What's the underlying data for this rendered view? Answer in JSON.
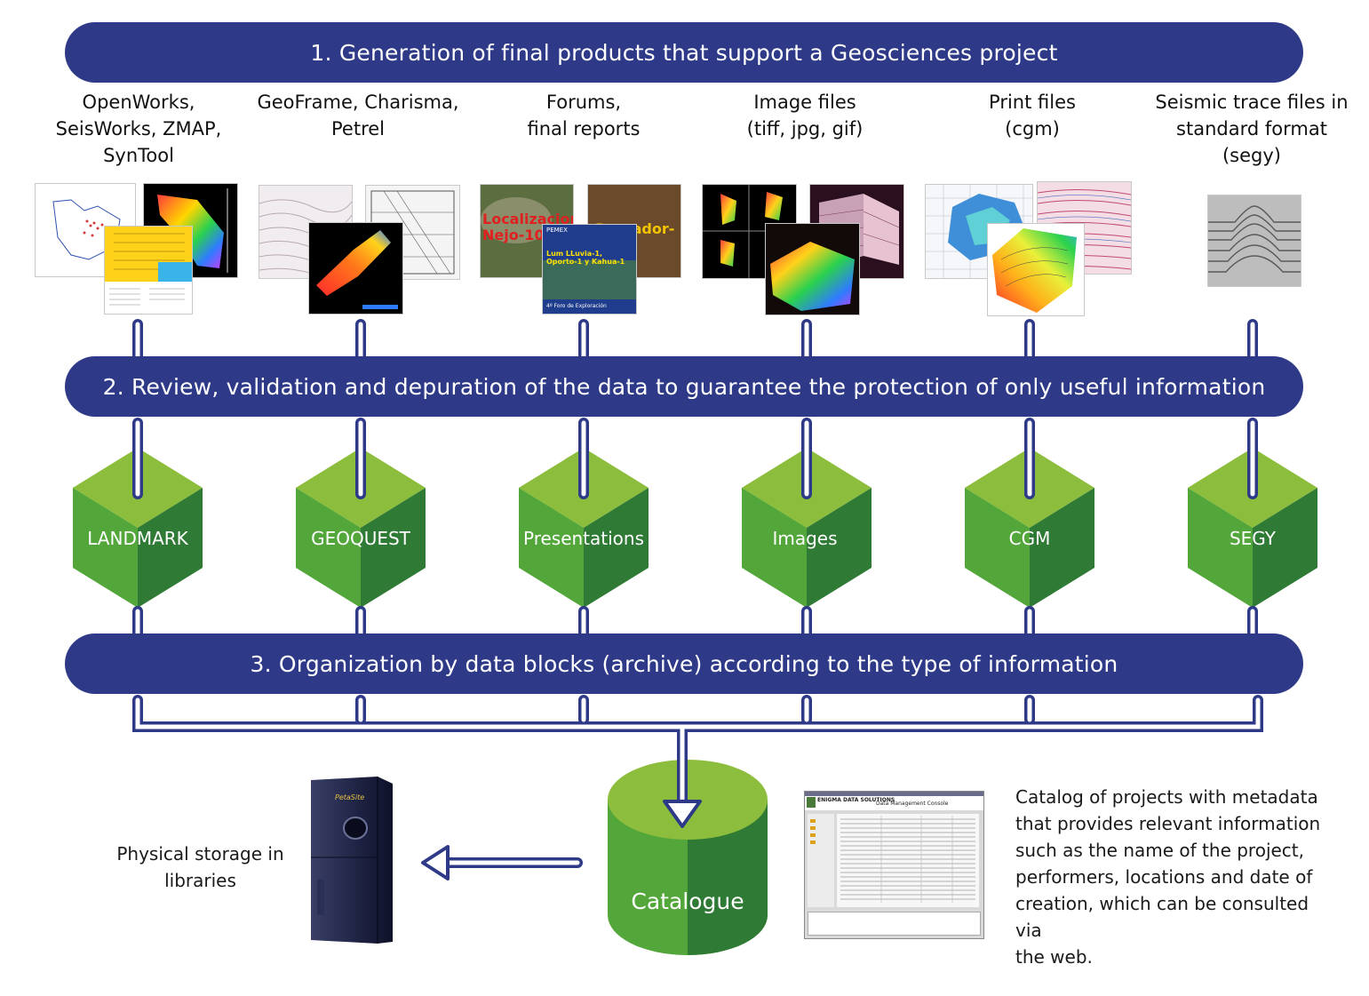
{
  "banners": {
    "b1": "1. Generation of final products that support a Geosciences project",
    "b2": "2. Review, validation and depuration of the data to guarantee the protection of only useful information",
    "b3": "3. Organization by data blocks (archive) according to the type of information"
  },
  "columns": [
    {
      "label": [
        "OpenWorks,",
        "SeisWorks, ZMAP,",
        "SynTool"
      ],
      "block": "LANDMARK"
    },
    {
      "label": [
        "GeoFrame, Charisma,",
        "Petrel"
      ],
      "block": "GEOQUEST"
    },
    {
      "label": [
        "Forums,",
        "final reports"
      ],
      "block": "Presentations"
    },
    {
      "label": [
        "Image files",
        "(tiff, jpg, gif)"
      ],
      "block": "Images"
    },
    {
      "label": [
        "Print files",
        "(cgm)"
      ],
      "block": "CGM"
    },
    {
      "label": [
        "Seismic trace files in",
        "standard format",
        "(segy)"
      ],
      "block": "SEGY"
    }
  ],
  "thumb_text": {
    "forum_red": "Localizacion Nejo-10",
    "forum_brown": "Pescador-1",
    "forum_blue": "Lum LLuvia-1, Oporto-1 y Kahua-1",
    "forum_blue_logo": "PEMEX",
    "forum_blue_foot": "4º Foro de Exploración",
    "server_brand": "PetaSite",
    "console_brand": "ENIGMA DATA SOLUTIONS",
    "console_title": "Data Management Console"
  },
  "catalogue": {
    "label": "Catalogue"
  },
  "storage": {
    "text": [
      "Physical storage in",
      "libraries"
    ]
  },
  "catalog_description": [
    "Catalog of projects with metadata",
    "that provides relevant information",
    "such as the name of the project,",
    "performers, locations and date of",
    "creation, which can be consulted via",
    "the web."
  ],
  "colors": {
    "banner": "#2e3a87",
    "cube_top": "#8cbd3c",
    "cube_left": "#53a73a",
    "cube_right": "#2f7a34",
    "connector": "#2e3a87"
  }
}
